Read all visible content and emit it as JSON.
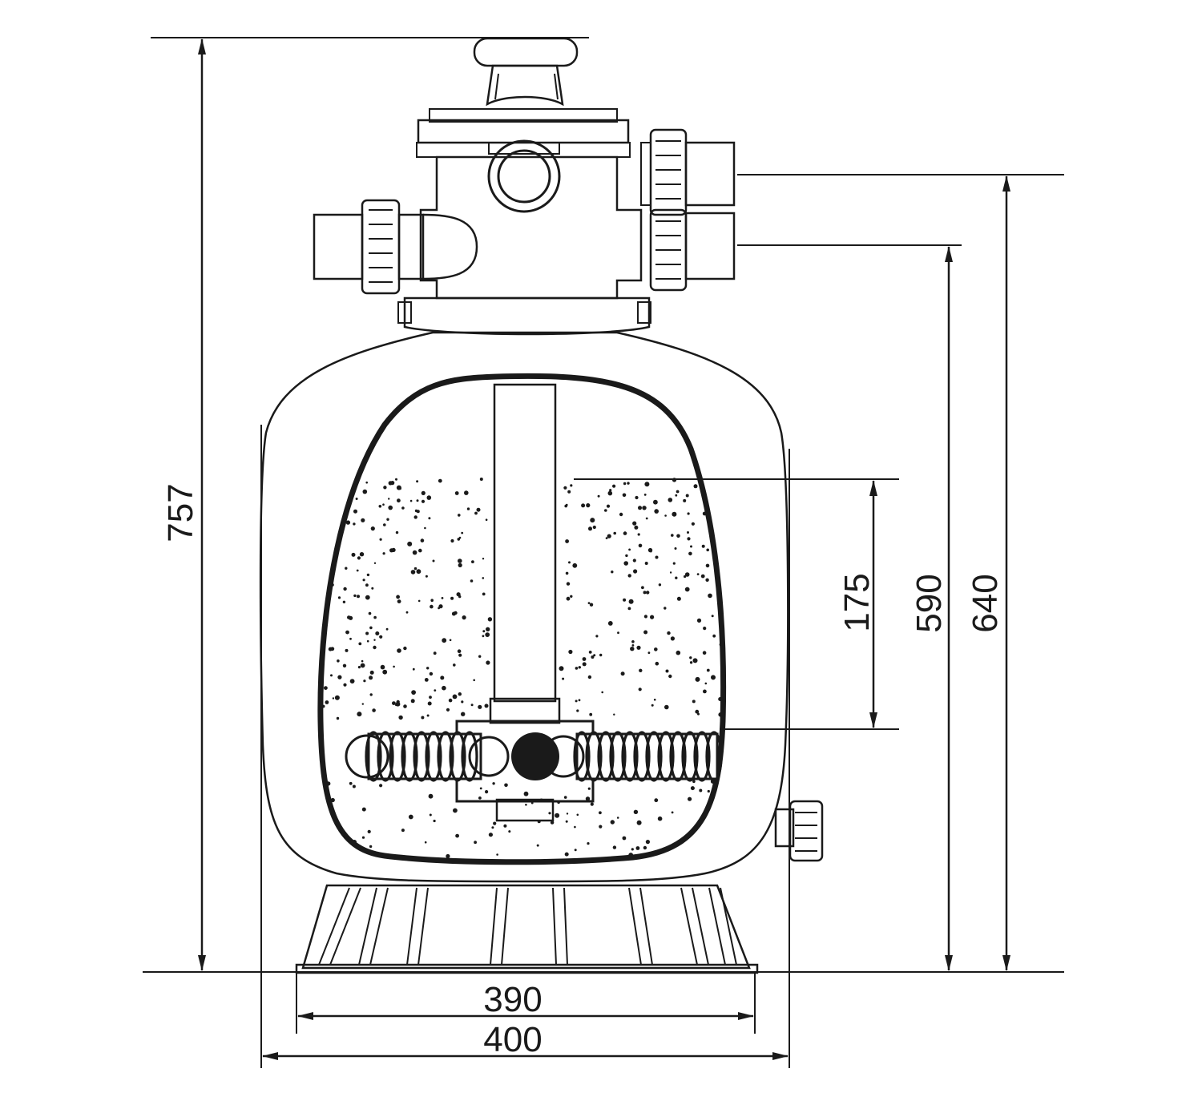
{
  "dimensions": {
    "total_height": "757",
    "inlet_height": "640",
    "outlet_height": "590",
    "sand_bed_depth": "175",
    "base_width": "390",
    "tank_width": "400"
  },
  "colors": {
    "line": "#1a1a1a",
    "background": "#ffffff"
  }
}
